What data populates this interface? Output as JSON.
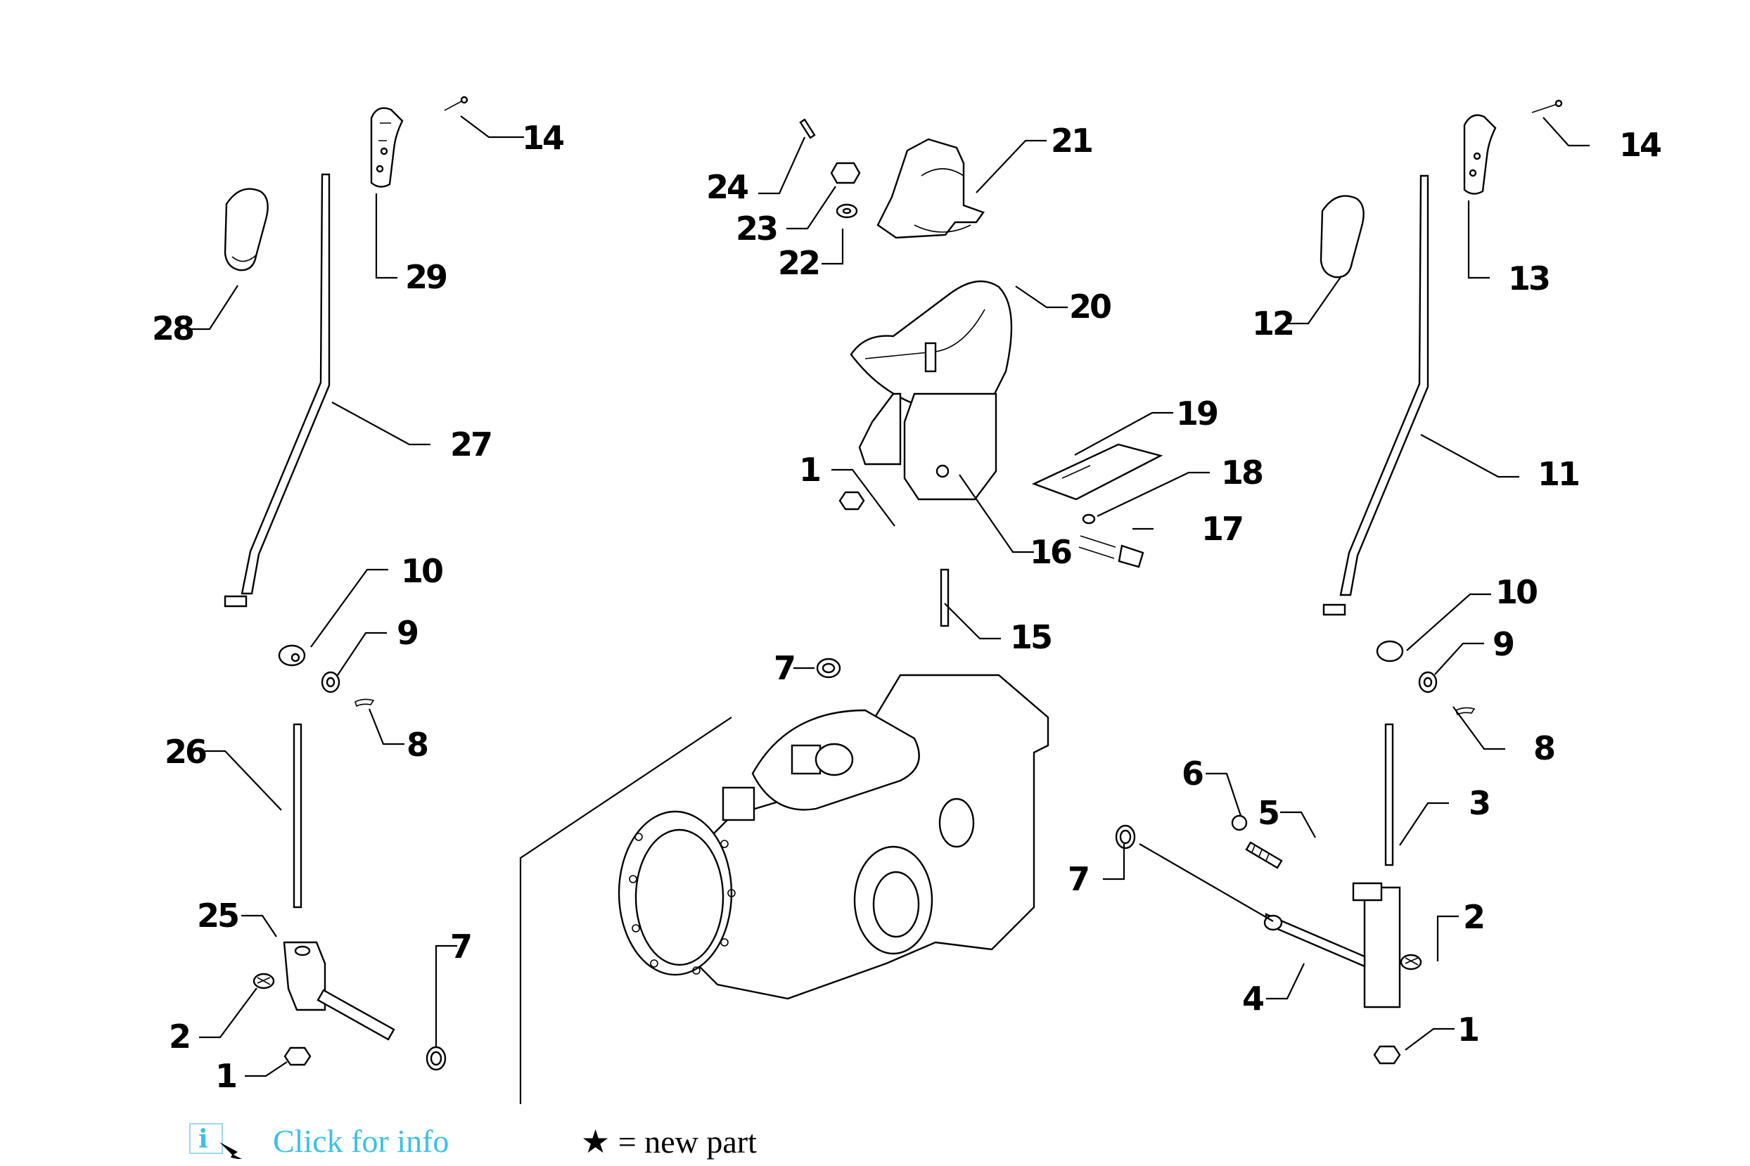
{
  "callouts": [
    {
      "id": "c14a",
      "label": "14"
    },
    {
      "id": "c29",
      "label": "29"
    },
    {
      "id": "c28",
      "label": "28"
    },
    {
      "id": "c27",
      "label": "27"
    },
    {
      "id": "c10a",
      "label": "10"
    },
    {
      "id": "c9a",
      "label": "9"
    },
    {
      "id": "c8a",
      "label": "8"
    },
    {
      "id": "c26",
      "label": "26"
    },
    {
      "id": "c25",
      "label": "25"
    },
    {
      "id": "c2a",
      "label": "2"
    },
    {
      "id": "c1a",
      "label": "1"
    },
    {
      "id": "c7a",
      "label": "7"
    },
    {
      "id": "c24",
      "label": "24"
    },
    {
      "id": "c23",
      "label": "23"
    },
    {
      "id": "c22",
      "label": "22"
    },
    {
      "id": "c21",
      "label": "21"
    },
    {
      "id": "c20",
      "label": "20"
    },
    {
      "id": "c19",
      "label": "19"
    },
    {
      "id": "c18",
      "label": "18"
    },
    {
      "id": "c17",
      "label": "17"
    },
    {
      "id": "c16",
      "label": "16"
    },
    {
      "id": "c1b",
      "label": "1"
    },
    {
      "id": "c15",
      "label": "15"
    },
    {
      "id": "c7b",
      "label": "7"
    },
    {
      "id": "c7c",
      "label": "7"
    },
    {
      "id": "c6",
      "label": "6"
    },
    {
      "id": "c5",
      "label": "5"
    },
    {
      "id": "c4",
      "label": "4"
    },
    {
      "id": "c14b",
      "label": "14"
    },
    {
      "id": "c13",
      "label": "13"
    },
    {
      "id": "c12",
      "label": "12"
    },
    {
      "id": "c11",
      "label": "11"
    },
    {
      "id": "c10b",
      "label": "10"
    },
    {
      "id": "c9b",
      "label": "9"
    },
    {
      "id": "c8b",
      "label": "8"
    },
    {
      "id": "c3",
      "label": "3"
    },
    {
      "id": "c2b",
      "label": "2"
    },
    {
      "id": "c1c",
      "label": "1"
    }
  ],
  "legend": {
    "info_icon_letter": "i",
    "info_link": "Click for info",
    "new_part_star": "★",
    "new_part_text": " = new part"
  },
  "colors": {
    "link": "#3cc0e6",
    "line": "#000000"
  }
}
